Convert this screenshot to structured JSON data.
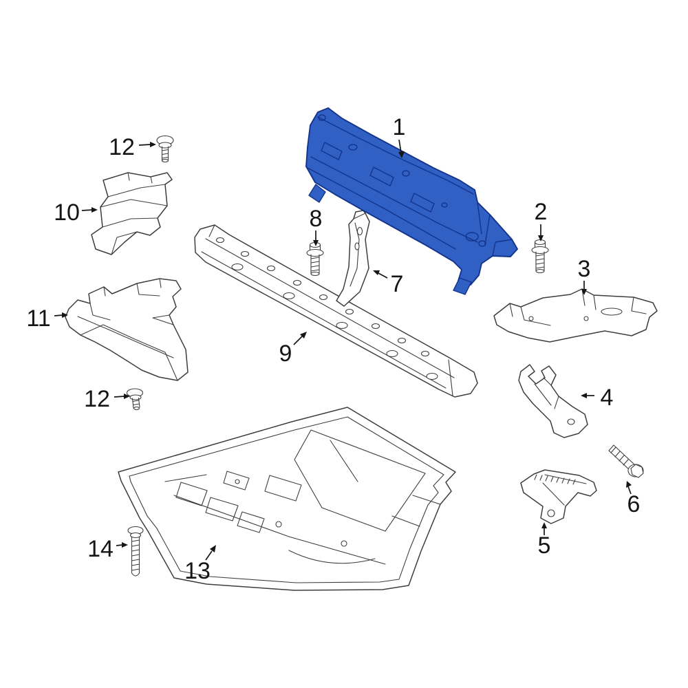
{
  "diagram": {
    "kind": "automotive-exploded-parts-diagram",
    "background": "#ffffff",
    "colors": {
      "line": "#3d3d3d",
      "label_text": "#151515",
      "highlight_fill": "#3060c4",
      "highlight_stroke": "#14348c"
    },
    "highlighted_part": "1",
    "labels": {
      "n1": "1",
      "n2": "2",
      "n3": "3",
      "n4": "4",
      "n5": "5",
      "n6": "6",
      "n7": "7",
      "n8": "8",
      "n9": "9",
      "n10": "10",
      "n11": "11",
      "n12a": "12",
      "n12b": "12",
      "n13": "13",
      "n14": "14"
    }
  }
}
